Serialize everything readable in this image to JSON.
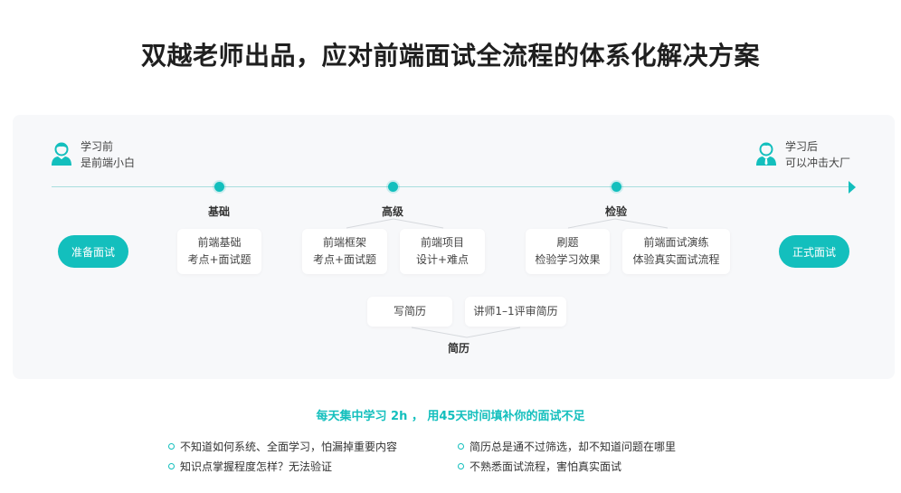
{
  "title": "双越老师出品，应对前端面试全流程的体系化解决方案",
  "colors": {
    "accent": "#13bfbd",
    "panel_bg": "#f7f8fa",
    "line": "#a8dedd",
    "title_text": "#1f1f1f"
  },
  "roadmap": {
    "before": {
      "icon": "user-icon",
      "line1": "学习前",
      "line2": "是前端小白"
    },
    "after": {
      "icon": "user-tie-icon",
      "line1": "学习后",
      "line2": "可以冲击大厂"
    },
    "start_button": "准备面试",
    "end_button": "正式面试",
    "stages": [
      {
        "label": "基础",
        "cards": [
          {
            "line1": "前端基础",
            "line2": "考点+面试题"
          }
        ]
      },
      {
        "label": "高级",
        "cards": [
          {
            "line1": "前端框架",
            "line2": "考点+面试题"
          },
          {
            "line1": "前端项目",
            "line2": "设计+难点"
          }
        ]
      },
      {
        "label": "检验",
        "cards": [
          {
            "line1": "刷题",
            "line2": "检验学习效果"
          },
          {
            "line1": "前端面试演练",
            "line2": "体验真实面试流程"
          }
        ]
      }
    ],
    "resume": {
      "label": "简历",
      "cards": [
        {
          "text": "写简历"
        },
        {
          "text": "讲师1–1评审简历"
        }
      ]
    }
  },
  "slogan": "每天集中学习 2h ， 用45天时间填补你的面试不足",
  "pain_points": {
    "left": [
      "不知道如何系统、全面学习，怕漏掉重要内容",
      "知识点掌握程度怎样？无法验证"
    ],
    "right": [
      "简历总是通不过筛选，却不知道问题在哪里",
      "不熟悉面试流程，害怕真实面试"
    ]
  }
}
